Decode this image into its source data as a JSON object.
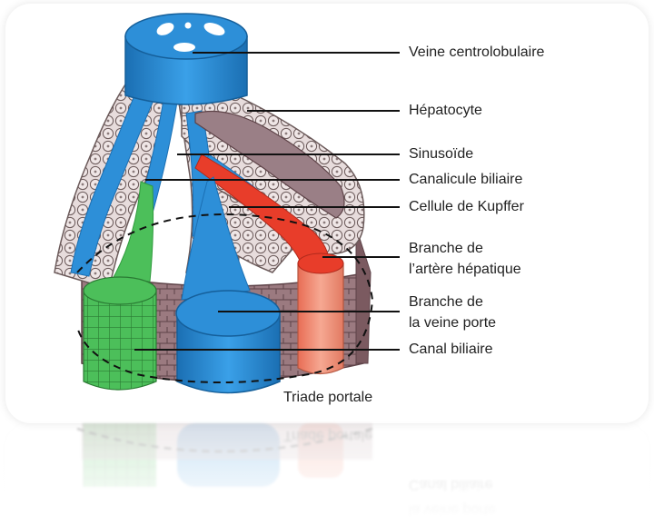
{
  "labels": {
    "veine_centrolobulaire": "Veine centrolobulaire",
    "hepatocyte": "Hépatocyte",
    "sinusoide": "Sinusoïde",
    "canalicule_biliaire": "Canalicule biliaire",
    "cellule_kupffer": "Cellule de Kupffer",
    "branche_artere_1": "Branche de",
    "branche_artere_2": "l’artère hépatique",
    "branche_veine_1": "Branche de",
    "branche_veine_2": "la veine porte",
    "canal_biliaire": "Canal biliaire",
    "triade_portale": "Triade portale"
  },
  "colors": {
    "vein_blue": "#2d8fd8",
    "vein_blue_dark": "#1b6fb3",
    "artery_red": "#e83d2a",
    "artery_salmon": "#f2917a",
    "bile_green": "#4cbf5a",
    "bile_green_dark": "#2f9a3d",
    "hepatocyte_fill": "#e7dcdc",
    "hepatocyte_stroke": "#6b5a5a",
    "tissue_brown": "#8c6a70",
    "leader_line": "#111111"
  }
}
